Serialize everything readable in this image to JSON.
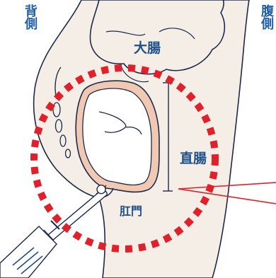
{
  "labels": {
    "back": "背側",
    "belly": "腹側",
    "large_intestine": "大腸",
    "rectum": "直腸",
    "anus": "肛門"
  },
  "colors": {
    "outline": "#1b2a4a",
    "text": "#1f4f8a",
    "side_text": "#1f5fa8",
    "skin": "#f5eee6",
    "mucosa": "#f1c9b2",
    "highlight_circle": "#e0202a",
    "pointer": "#e0202a"
  },
  "icons": [
    "enema-nozzle-icon",
    "enema-bottle-icon"
  ]
}
